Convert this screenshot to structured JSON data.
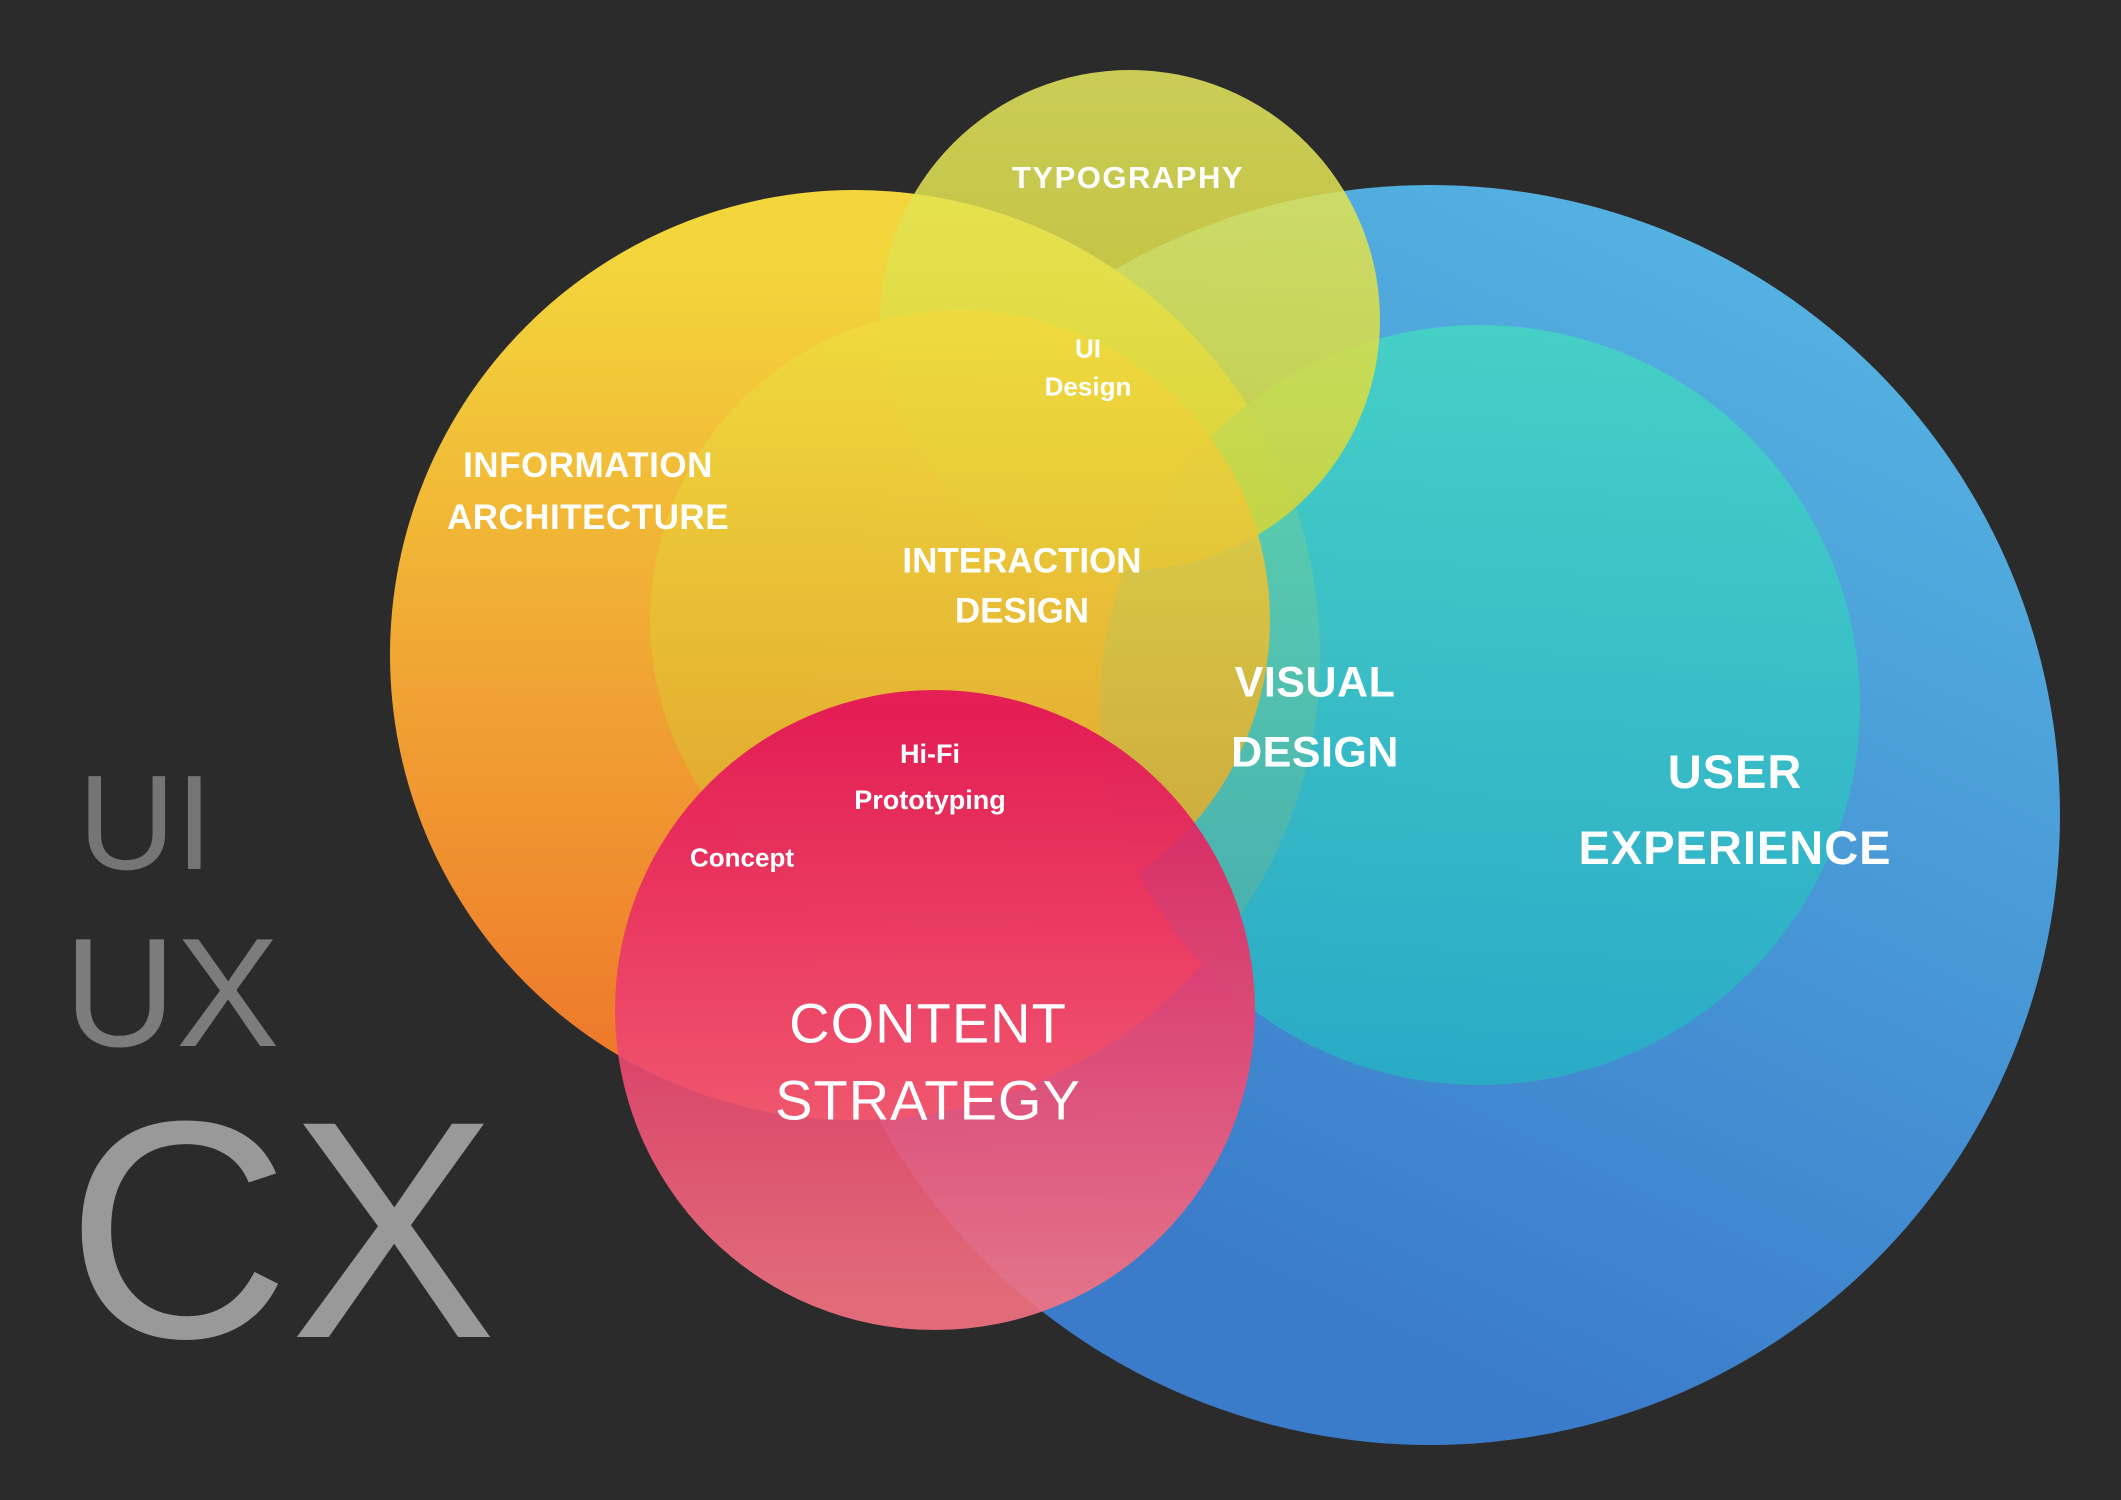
{
  "background_color": "#2b2b2b",
  "side_labels": {
    "ui": "UI",
    "ux": "UX",
    "cx": "CX"
  },
  "circles": {
    "typography": {
      "label": "TYPOGRAPHY",
      "color": "#dcd935"
    },
    "information_architecture": {
      "label": "INFORMATION\nARCHITECTURE",
      "color_top": "#f9da3c",
      "color_bottom": "#f4792b"
    },
    "interaction_design": {
      "label": "INTERACTION\nDESIGN",
      "color": "#e3b92f"
    },
    "visual_design": {
      "label": "VISUAL\nDESIGN",
      "color": "#2fc0c0"
    },
    "user_experience": {
      "label": "USER\nEXPERIENCE",
      "color_top": "#58bbe9",
      "color_bottom": "#3b7ecf"
    },
    "content_strategy": {
      "label": "CONTENT\nSTRATEGY",
      "color": "#e8256a"
    }
  },
  "overlap_labels": {
    "ui_design": "UI\nDesign",
    "hifi_prototyping": "Hi-Fi\nPrototyping",
    "concept": "Concept"
  }
}
